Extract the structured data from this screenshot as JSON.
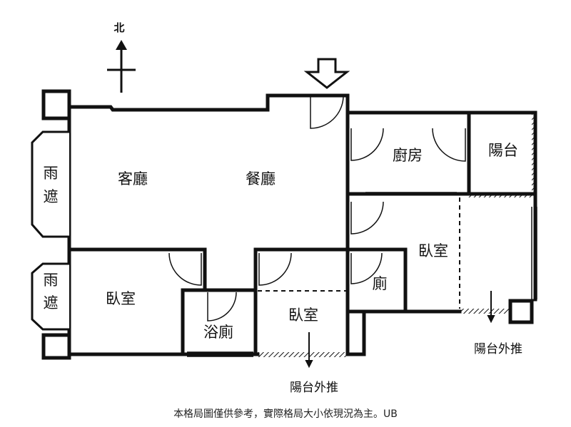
{
  "north": {
    "label": "北"
  },
  "rooms": {
    "living_room": "客廳",
    "dining_room": "餐廳",
    "kitchen": "廚房",
    "balcony": "陽台",
    "bedroom_west": "臥室",
    "bedroom_middle": "臥室",
    "bedroom_east": "臥室",
    "bathroom": "浴廁",
    "toilet": "廁",
    "rain_shelter_top": [
      "雨",
      "遮"
    ],
    "rain_shelter_bottom": [
      "雨",
      "遮"
    ]
  },
  "notes": {
    "balcony_push_out_middle": "陽台外推",
    "balcony_push_out_east": "陽台外推"
  },
  "disclaimer": "本格局圖僅供參考，實際格局大小依現況為主。UB"
}
